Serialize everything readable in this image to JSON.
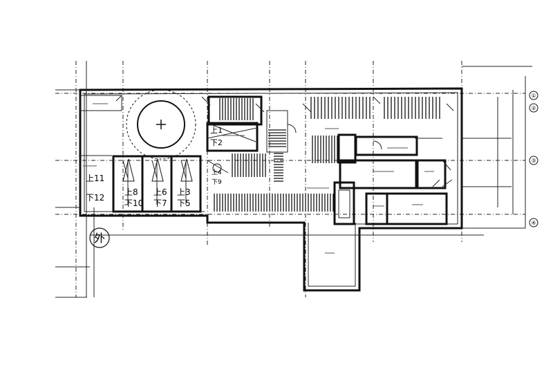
{
  "drawing": {
    "title": "",
    "outside_mark": "外",
    "upper_center_label": "上1\n下2",
    "left_parking_label": "上11\n下12",
    "bays": [
      {
        "label": "上8\n下10"
      },
      {
        "label": "上6\n下7"
      },
      {
        "label": "上3\n下5"
      }
    ],
    "lift_mark": "上4\n下9",
    "grid_axes": [
      "①",
      "②",
      "③",
      "④"
    ],
    "colors": {
      "ink": "#111111",
      "paper": "#ffffff"
    }
  }
}
